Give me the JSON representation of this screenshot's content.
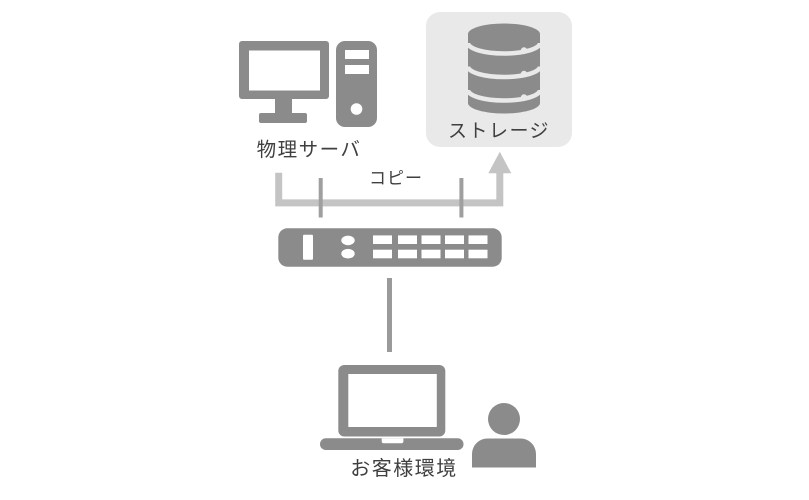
{
  "diagram": {
    "labels": {
      "physical_server": "物理サーバ",
      "storage": "ストレージ",
      "copy": "コピー",
      "customer_environment": "お客様環境"
    },
    "nodes": [
      {
        "id": "physical-server",
        "label": "物理サーバ",
        "icon": "desktop-computer-icon"
      },
      {
        "id": "storage",
        "label": "ストレージ",
        "icon": "database-icon",
        "highlighted": true
      },
      {
        "id": "network-switch",
        "label": "",
        "icon": "network-switch-icon"
      },
      {
        "id": "customer-environment",
        "label": "お客様環境",
        "icon": "laptop-icon + person-icon"
      }
    ],
    "edges": [
      {
        "from": "physical-server",
        "to": "storage",
        "label": "コピー",
        "style": "bracket-arrow-up"
      },
      {
        "from": "network-switch",
        "to": "customer-environment",
        "style": "plain-line"
      }
    ],
    "colors": {
      "background": "#ffffff",
      "icon_gray": "#8b8b8b",
      "copy_path_gray": "#c4c4c4",
      "tick_gray": "#9f9f9f",
      "connector_gray": "#9a9a9a",
      "storage_box_bg": "#e9e9e9",
      "text": "#3f3f3f"
    }
  }
}
